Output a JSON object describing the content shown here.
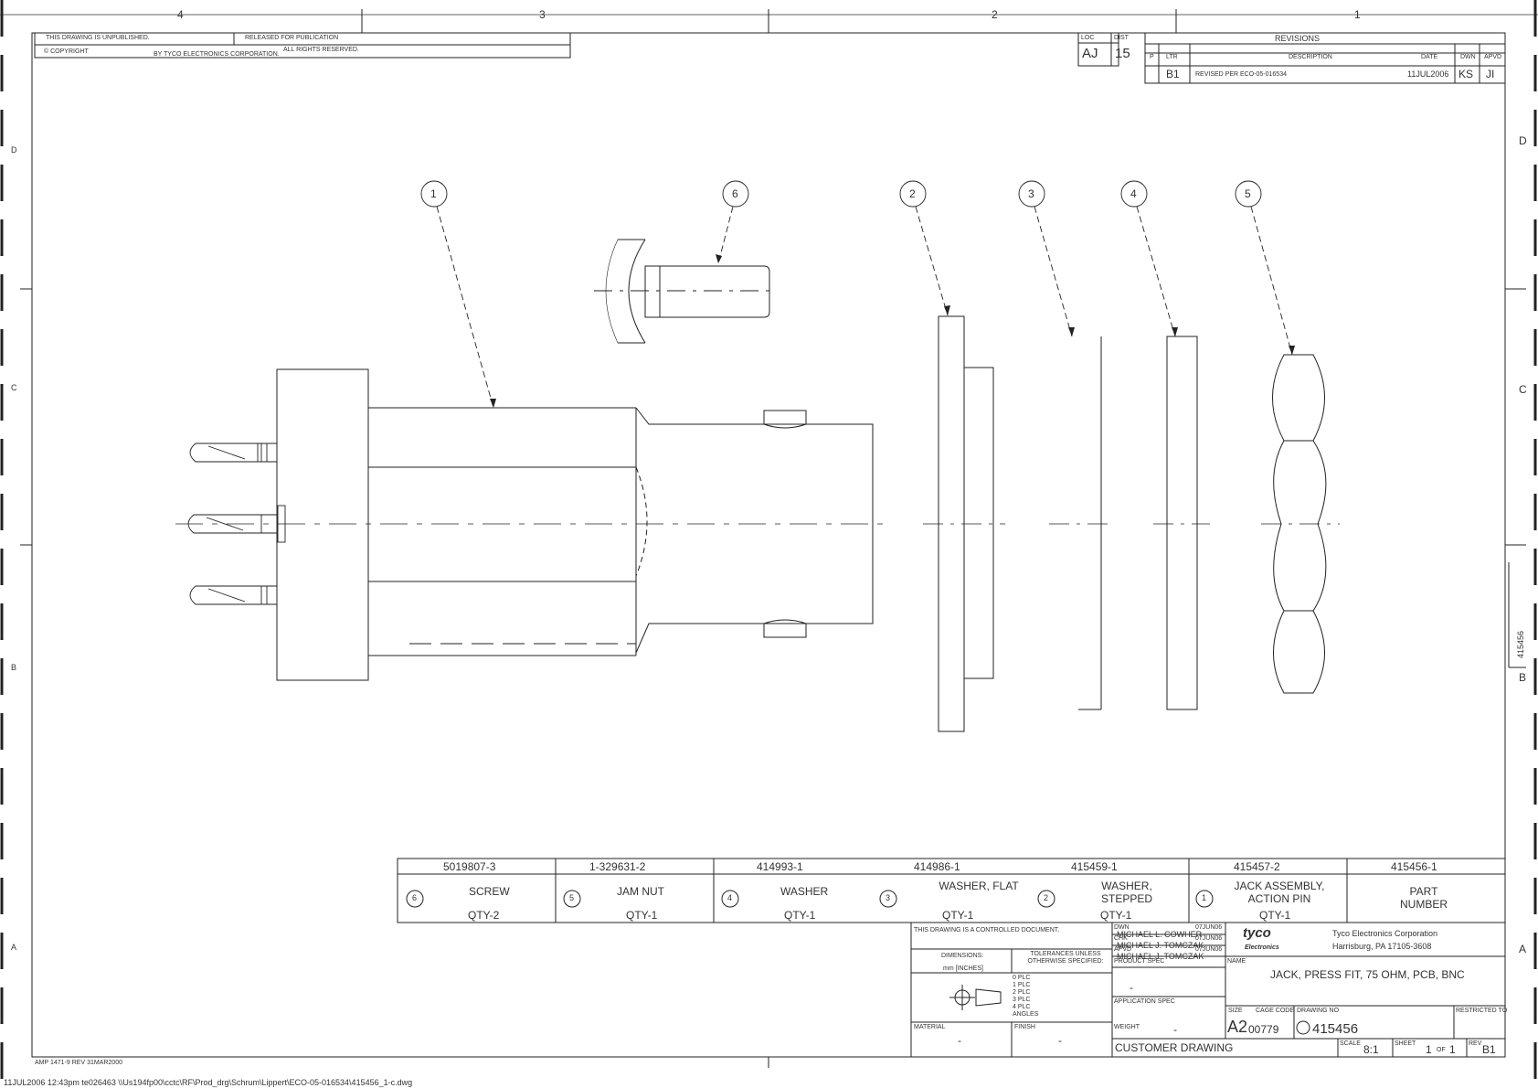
{
  "zones": {
    "columns": [
      "4",
      "3",
      "2",
      "1"
    ],
    "rows": [
      "D",
      "C",
      "B",
      "A"
    ]
  },
  "top_notes": {
    "unpublished": "THIS DRAWING IS UNPUBLISHED.",
    "copyright": "COPYRIGHT",
    "copyright_by": "BY TYCO ELECTRONICS CORPORATION.",
    "released": "RELEASED FOR PUBLICATION",
    "rights": "ALL RIGHTS RESERVED."
  },
  "revision_block": {
    "loc_label": "LOC",
    "loc": "AJ",
    "dist_label": "DIST",
    "dist": "15",
    "title": "REVISIONS",
    "headers": {
      "p": "P",
      "ltr": "LTR",
      "description": "DESCRIPTION",
      "date": "DATE",
      "dwn": "DWN",
      "apvd": "APVD"
    },
    "row": {
      "ltr": "B1",
      "description": "REVISED PER ECO-05-016534",
      "date": "11JUL2006",
      "dwn": "KS",
      "apvd": "JI"
    }
  },
  "balloons": [
    "1",
    "6",
    "2",
    "3",
    "4",
    "5"
  ],
  "parts_list": {
    "parts": [
      {
        "number": "5019807-3",
        "item": "6",
        "name": "SCREW",
        "qty": "QTY-2"
      },
      {
        "number": "1-329631-2",
        "item": "5",
        "name": "JAM NUT",
        "qty": "QTY-1"
      },
      {
        "number": "414993-1",
        "item": "4",
        "name": "WASHER",
        "qty": "QTY-1"
      },
      {
        "number": "414986-1",
        "item": "3",
        "name": "WASHER, FLAT",
        "qty": "QTY-1"
      },
      {
        "number": "415459-1",
        "item": "2",
        "name": "WASHER, STEPPED",
        "qty": "QTY-1"
      },
      {
        "number": "415457-2",
        "item": "1",
        "name": "JACK ASSEMBLY, ACTION PIN",
        "qty": "QTY-1"
      }
    ],
    "header_number": "415456-1",
    "header_label": "PART NUMBER"
  },
  "title_block": {
    "controlled": "THIS DRAWING IS A CONTROLLED DOCUMENT.",
    "dimensions_label": "DIMENSIONS:",
    "dimensions_unit": "mm [INCHES]",
    "tolerances_label": "TOLERANCES UNLESS OTHERWISE SPECIFIED:",
    "tolerances": [
      "0 PLC",
      "1 PLC",
      "2 PLC",
      "3 PLC",
      "4 PLC",
      "ANGLES"
    ],
    "material_label": "MATERIAL",
    "material": "-",
    "finish_label": "FINISH",
    "finish": "-",
    "dwn_label": "DWN",
    "dwn": "MICHAEL L. COWHER",
    "chk_label": "CHK",
    "chk": "MICHAEL J. TOMCZAK",
    "apvd_label": "APVD",
    "apvd": "MICHAEL J. TOMCZAK",
    "date_label": "07JUN06",
    "product_spec_label": "PRODUCT SPEC",
    "product_spec": "-",
    "application_spec_label": "APPLICATION SPEC",
    "weight_label": "WEIGHT",
    "weight": "-",
    "company_logo_1": "tyco",
    "company_logo_2": "Electronics",
    "company_name": "Tyco Electronics Corporation",
    "company_address": "Harrisburg, PA 17105-3608",
    "name_label": "NAME",
    "name": "JACK, PRESS FIT, 75 OHM, PCB, BNC",
    "size_label": "SIZE",
    "size": "A2",
    "cage_label": "CAGE CODE",
    "cage": "00779",
    "drawing_no_label": "DRAWING NO",
    "drawing_no": "415456",
    "restricted_label": "RESTRICTED TO",
    "customer_drawing": "CUSTOMER DRAWING",
    "scale_label": "SCALE",
    "scale": "8:1",
    "sheet_label": "SHEET",
    "sheet": "1",
    "of_label": "OF",
    "of": "1",
    "rev_label": "REV",
    "rev": "B1",
    "side_number": "415456"
  },
  "footer": {
    "form": "AMP 1471-9 REV 31MAR2000",
    "plot_info": "11JUL2006 12:43pm  te026463   \\\\Us194fp00\\cctc\\RF\\Prod_drg\\Schrum\\Lippert\\ECO-05-016534\\415456_1-c.dwg"
  }
}
